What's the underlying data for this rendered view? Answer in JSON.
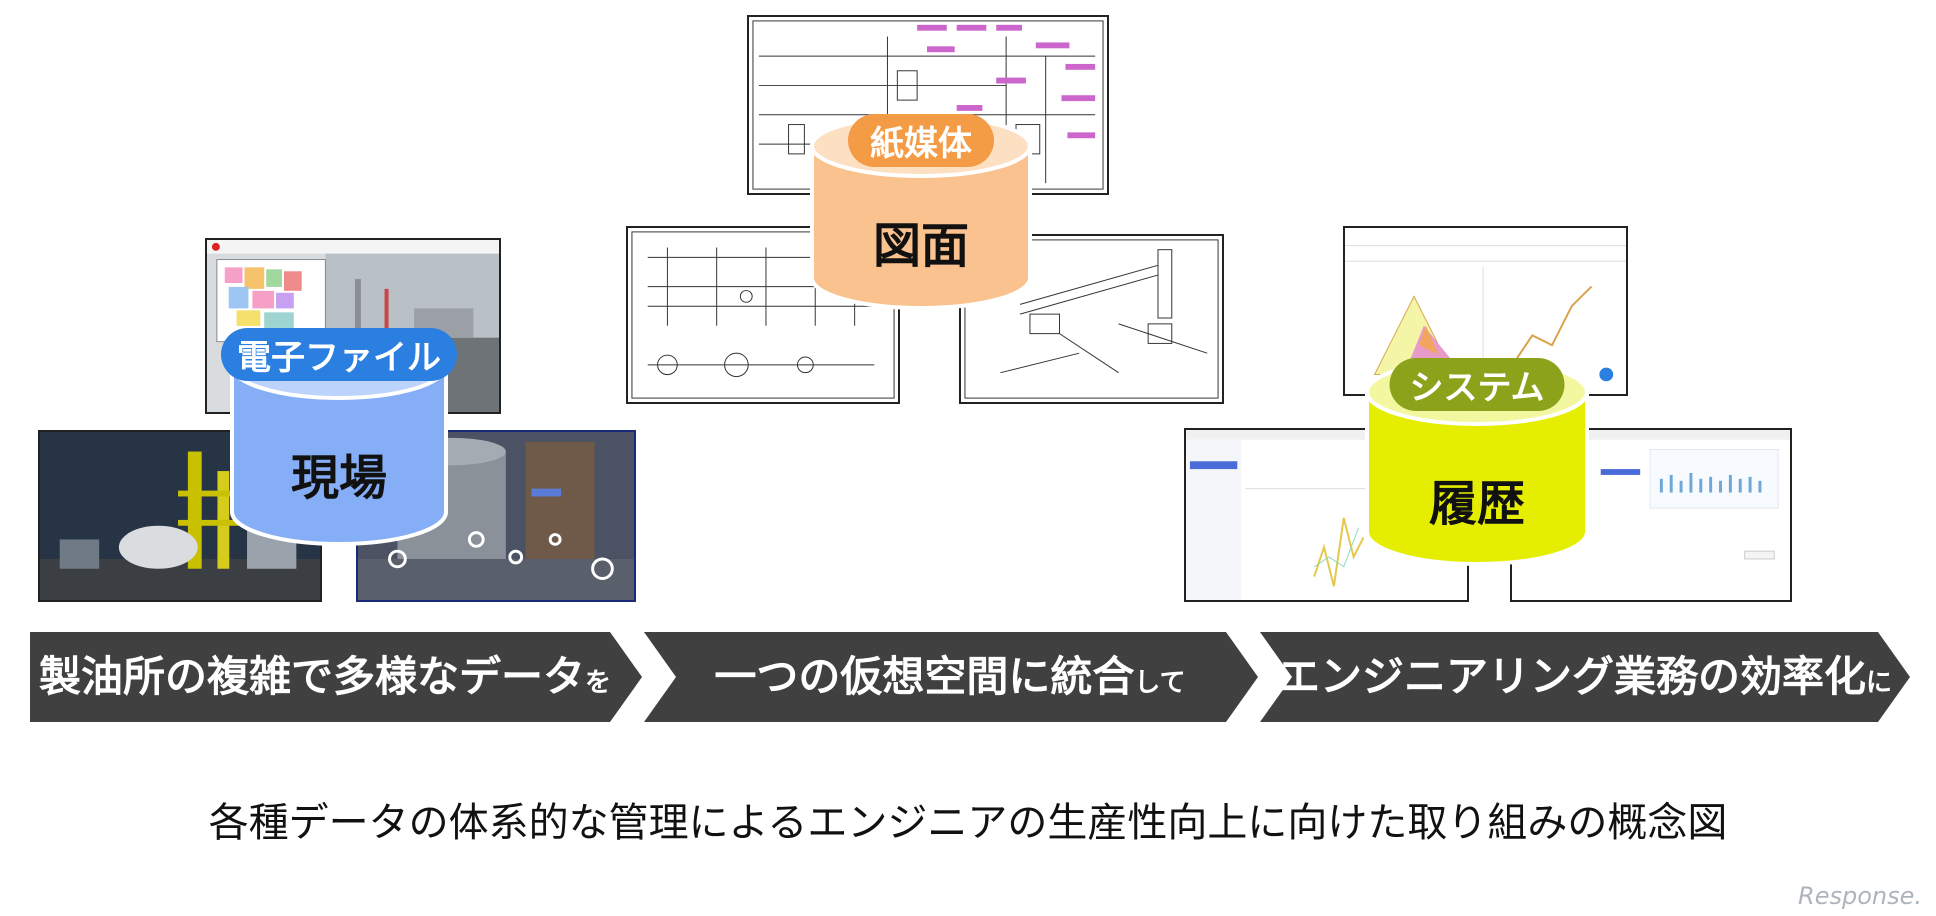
{
  "databases": [
    {
      "id": "genba",
      "label": "現場",
      "pill": "電子ファイル",
      "body_color": "#86aef6",
      "top_color": "#bcd3fb",
      "pill_color": "#2a7fe0"
    },
    {
      "id": "zumen",
      "label": "図面",
      "pill": "紙媒体",
      "body_color": "#f9c28e",
      "top_color": "#fde0c2",
      "pill_color": "#f39b45"
    },
    {
      "id": "rireki",
      "label": "履歴",
      "pill": "システム",
      "body_color": "#e5ee00",
      "top_color": "#f2f7a0",
      "pill_color": "#8da21b"
    }
  ],
  "flow": {
    "step1": {
      "main": "製油所の複雑で多様なデータ",
      "tail": "を"
    },
    "step2": {
      "main": "一つの仮想空間に統合",
      "tail": "して"
    },
    "step3": {
      "main": "エンジニアリング業務の効率化",
      "tail": "に"
    },
    "color": "#404040"
  },
  "caption": "各種データの体系的な管理によるエンジニアの生産性向上に向けた取り組みの概念図",
  "watermark": "Response."
}
